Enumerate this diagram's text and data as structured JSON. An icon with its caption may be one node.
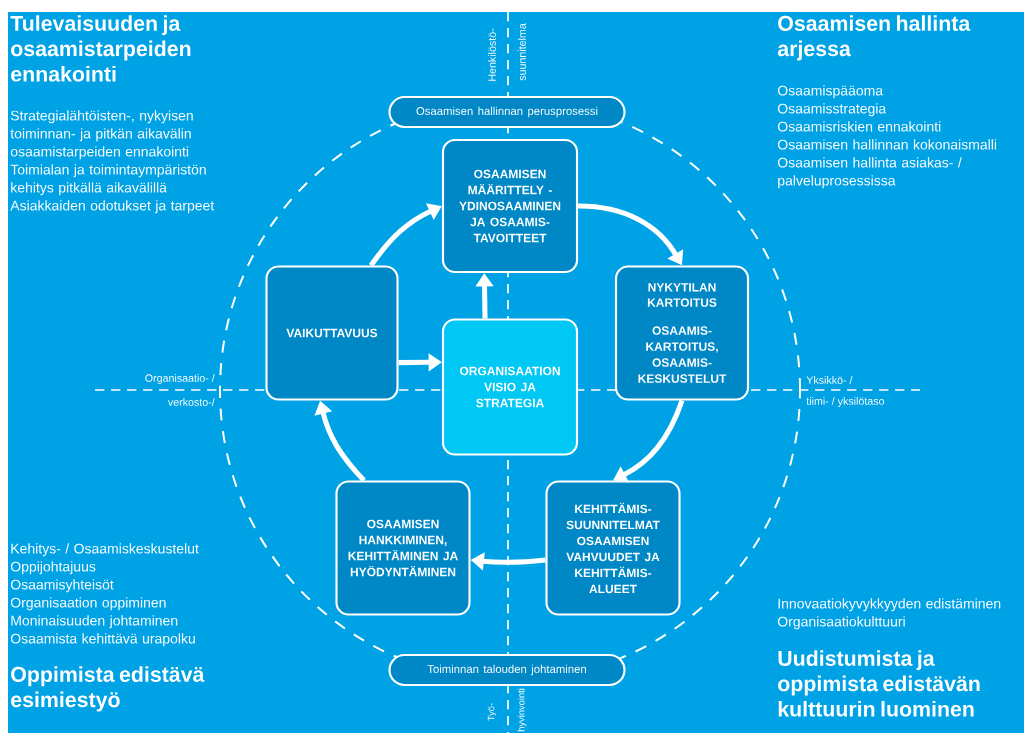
{
  "diagram": {
    "nodes": [
      {
        "text": [
          "Osaamisen hallinnan perusprosessi"
        ]
      },
      {
        "text": [
          "OSAAMISEN MÄÄRITTELY - YDINOSAAMINEN JA OSAAMIS- TAVOITTEET"
        ]
      },
      {
        "text": [
          "VAIKUTTAVUUS"
        ]
      },
      {
        "text": [
          "NYKYTILAN KARTOITUS",
          "OSAAMIS- KARTOITUS, OSAAMIS- KESKUSTELUT"
        ]
      },
      {
        "text": [
          "ORGANISAATION VISIO JA STRATEGIA"
        ]
      },
      {
        "text": [
          "OSAAMISEN HANKKIMINEN, KEHITTÄMINEN JA HYÖDYNTÄMINEN"
        ]
      },
      {
        "text": [
          "KEHITTÄMIS- SUUNNITELMAT OSAAMISEN VAHVUUDET JA KEHITTÄMIS- ALUEET"
        ]
      },
      {
        "text": [
          "Toiminnan talouden johtaminen"
        ]
      }
    ],
    "edges": [
      {
        "from": 1,
        "to": 3,
        "arrow": "to"
      },
      {
        "from": 3,
        "to": 6,
        "arrow": "to"
      },
      {
        "from": 6,
        "to": 5,
        "arrow": "to"
      },
      {
        "from": 5,
        "to": 2,
        "arrow": "to"
      },
      {
        "from": 2,
        "to": 1,
        "arrow": "to"
      },
      {
        "from": 2,
        "to": 4,
        "arrow": "to"
      },
      {
        "from": 4,
        "to": 1,
        "arrow": "to"
      }
    ],
    "labels": [
      "Tulevaisuuden ja osaamistarpeiden ennakointi",
      "Strategialähtöisten-, nykyisen toiminnan- ja pitkän aikavälin osaamistarpeiden ennakointi",
      "Toimialan ja toimintaympäristön kehitys pitkällä aikavälillä",
      "Asiakkaiden odotukset ja tarpeet",
      "Henkilöstö-",
      "suunnitelma",
      "Osaamisen hallinta arjessa",
      "Osaamispääoma",
      "Osaamisstrategia",
      "Osaamisriskien ennakointi",
      "Osaamisen hallinnan kokonaismalli",
      "Osaamisen hallinta asiakas- / palveluprosessissa",
      "Organisaatio- /",
      "verkosto-/",
      "Yksikkö- /",
      "tiimi- / yksilötaso",
      "Kehitys- / Osaamiskeskustelut",
      "Oppijohtajuus",
      "Osaamisyhteisöt",
      "Organisaation oppiminen",
      "Moninaisuuden johtaminen",
      "Osaamista kehittävä urapolku",
      "Innovaatiokyvykkyyden edistäminen",
      "Organisaatiokulttuuri",
      "Oppimista edistävä esimiestyö",
      "Uudistumista ja oppimista edistävän kulttuurin luominen",
      "Työ-",
      "hyvinvointi"
    ]
  }
}
